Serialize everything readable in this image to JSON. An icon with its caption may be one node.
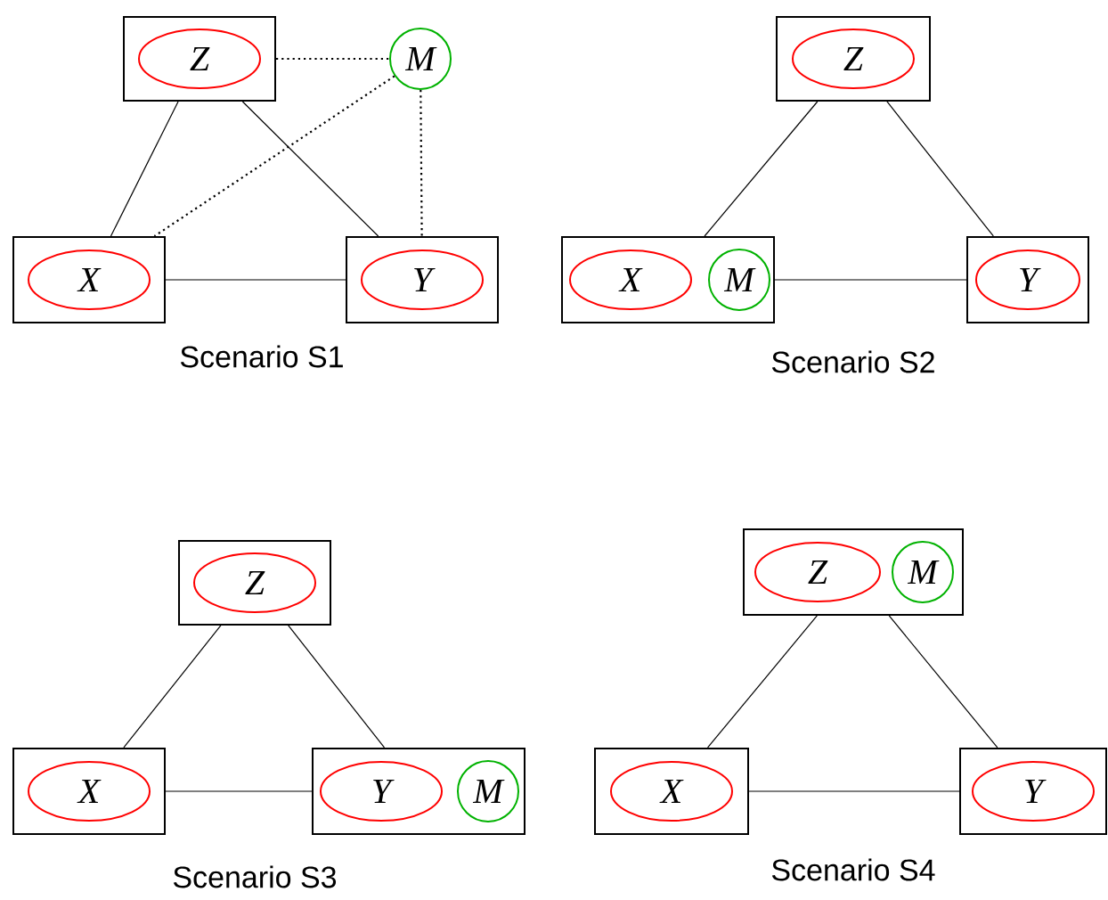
{
  "diagram": {
    "nodes": [
      {
        "text": [],
        "shape": "box"
      },
      {
        "text": [
          "Z"
        ],
        "in": 0
      },
      {
        "text": [
          "M"
        ]
      },
      {
        "text": [],
        "shape": "box"
      },
      {
        "text": [
          "X"
        ],
        "in": 3
      },
      {
        "text": [],
        "shape": "box"
      },
      {
        "text": [
          "Y"
        ],
        "in": 5
      },
      {
        "text": [],
        "shape": "box"
      },
      {
        "text": [
          "Z"
        ],
        "in": 7
      },
      {
        "text": [],
        "shape": "box"
      },
      {
        "text": [
          "X"
        ],
        "in": 9
      },
      {
        "text": [
          "M"
        ],
        "in": 9
      },
      {
        "text": [],
        "shape": "box"
      },
      {
        "text": [
          "Y"
        ],
        "in": 12
      },
      {
        "text": [],
        "shape": "box"
      },
      {
        "text": [
          "Z"
        ],
        "in": 14
      },
      {
        "text": [],
        "shape": "box"
      },
      {
        "text": [
          "X"
        ],
        "in": 16
      },
      {
        "text": [],
        "shape": "box"
      },
      {
        "text": [
          "Y"
        ],
        "in": 18
      },
      {
        "text": [
          "M"
        ],
        "in": 18
      },
      {
        "text": [],
        "shape": "box"
      },
      {
        "text": [
          "Z"
        ],
        "in": 21
      },
      {
        "text": [
          "M"
        ],
        "in": 21
      },
      {
        "text": [],
        "shape": "box"
      },
      {
        "text": [
          "X"
        ],
        "in": 24
      },
      {
        "text": [],
        "shape": "box"
      },
      {
        "text": [
          "Y"
        ],
        "in": 26
      }
    ],
    "edges": [
      {
        "from": 0,
        "to": 3,
        "arrow": "none"
      },
      {
        "from": 0,
        "to": 5,
        "arrow": "none"
      },
      {
        "from": 3,
        "to": 5,
        "arrow": "none"
      },
      {
        "from": 0,
        "to": 2,
        "arrow": "none",
        "style": "dashed"
      },
      {
        "from": 2,
        "to": 3,
        "arrow": "none",
        "style": "dashed"
      },
      {
        "from": 2,
        "to": 5,
        "arrow": "none",
        "style": "dashed"
      },
      {
        "from": 7,
        "to": 9,
        "arrow": "none"
      },
      {
        "from": 7,
        "to": 12,
        "arrow": "none"
      },
      {
        "from": 9,
        "to": 12,
        "arrow": "none"
      },
      {
        "from": 14,
        "to": 16,
        "arrow": "none"
      },
      {
        "from": 14,
        "to": 18,
        "arrow": "none"
      },
      {
        "from": 16,
        "to": 18,
        "arrow": "none"
      },
      {
        "from": 21,
        "to": 24,
        "arrow": "none"
      },
      {
        "from": 21,
        "to": 26,
        "arrow": "none"
      },
      {
        "from": 24,
        "to": 26,
        "arrow": "none"
      }
    ],
    "labels": [
      "Scenario S1",
      "Scenario S2",
      "Scenario S3",
      "Scenario S4"
    ]
  }
}
